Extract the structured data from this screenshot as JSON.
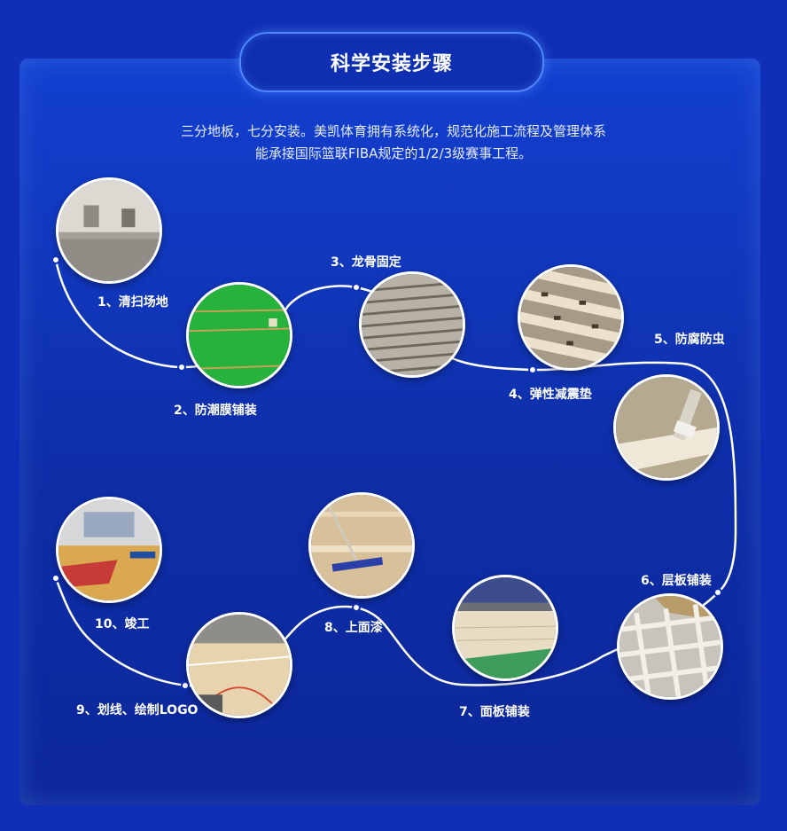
{
  "header": {
    "title": "科学安装步骤"
  },
  "intro": {
    "line1": "三分地板，七分安装。美凯体育拥有系统化，规范化施工流程及管理体系",
    "line2": "能承接国际篮联FIBA规定的1/2/3级赛事工程。"
  },
  "steps": [
    {
      "label": "1、清扫场地",
      "icon": "empty-room-photo"
    },
    {
      "label": "2、防潮膜铺装",
      "icon": "green-membrane-photo"
    },
    {
      "label": "3、龙骨固定",
      "icon": "keel-rows-photo"
    },
    {
      "label": "4、弹性减震垫",
      "icon": "shock-pad-photo"
    },
    {
      "label": "5、防腐防虫",
      "icon": "anticorrosion-brush-photo"
    },
    {
      "label": "6、层板铺装",
      "icon": "plywood-grid-photo"
    },
    {
      "label": "7、面板铺装",
      "icon": "panel-floor-photo"
    },
    {
      "label": "8、上面漆",
      "icon": "paint-mop-photo"
    },
    {
      "label": "9、划线、绘制LOGO",
      "icon": "court-lines-photo"
    },
    {
      "label": "10、竣工",
      "icon": "finished-court-photo"
    }
  ],
  "colors": {
    "background": "#0f2fb6",
    "panel": "#1340d0",
    "path": "#ffffff",
    "accent": "#4f87ff"
  }
}
